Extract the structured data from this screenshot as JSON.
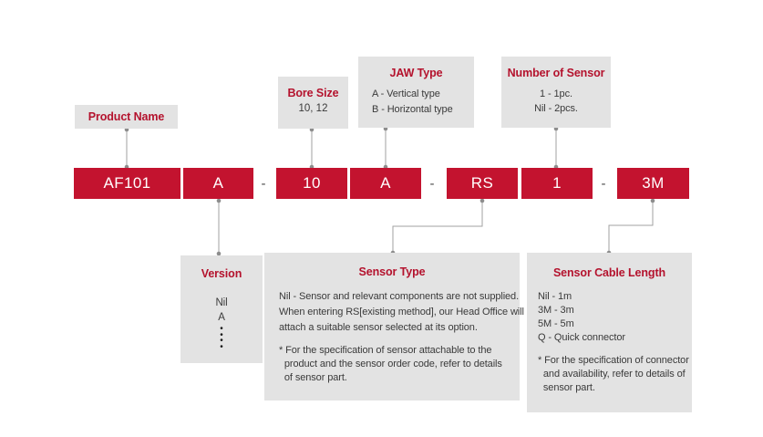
{
  "colors": {
    "accent_red": "#c3132f",
    "panel_gray": "#e3e3e3",
    "title_red": "#b4122d",
    "body_text": "#3a3a3a",
    "connector_gray": "#9e9e9e",
    "code_text": "#ffffff"
  },
  "code_row": {
    "separator": "-",
    "codes": [
      "AF101",
      "A",
      "10",
      "A",
      "RS",
      "1",
      "3M"
    ]
  },
  "panels": {
    "product_name": {
      "title": "Product Name"
    },
    "bore_size": {
      "title": "Bore Size",
      "value": "10, 12"
    },
    "jaw_type": {
      "title": "JAW Type",
      "options": "A - Vertical type\nB - Horizontal type"
    },
    "number_of_sensor": {
      "title": "Number of Sensor",
      "options": "1 - 1pc.\nNil - 2pcs."
    },
    "version": {
      "title": "Version",
      "options": "Nil\nA",
      "ellipsis": "•\n•\n•\n•"
    },
    "sensor_type": {
      "title": "Sensor Type",
      "description": "Nil - Sensor and relevant components are not supplied.\nWhen entering RS[existing method], our Head Office will\nattach a suitable sensor selected at its option.",
      "footnote": "* For the specification of sensor attachable to the\n  product and the sensor order code, refer to details\n  of sensor part."
    },
    "sensor_cable_length": {
      "title": "Sensor Cable Length",
      "options": "Nil - 1m\n3M - 3m\n5M - 5m\nQ - Quick connector",
      "footnote": "* For the specification of connector\n  and availability, refer to details of\n  sensor part."
    }
  }
}
